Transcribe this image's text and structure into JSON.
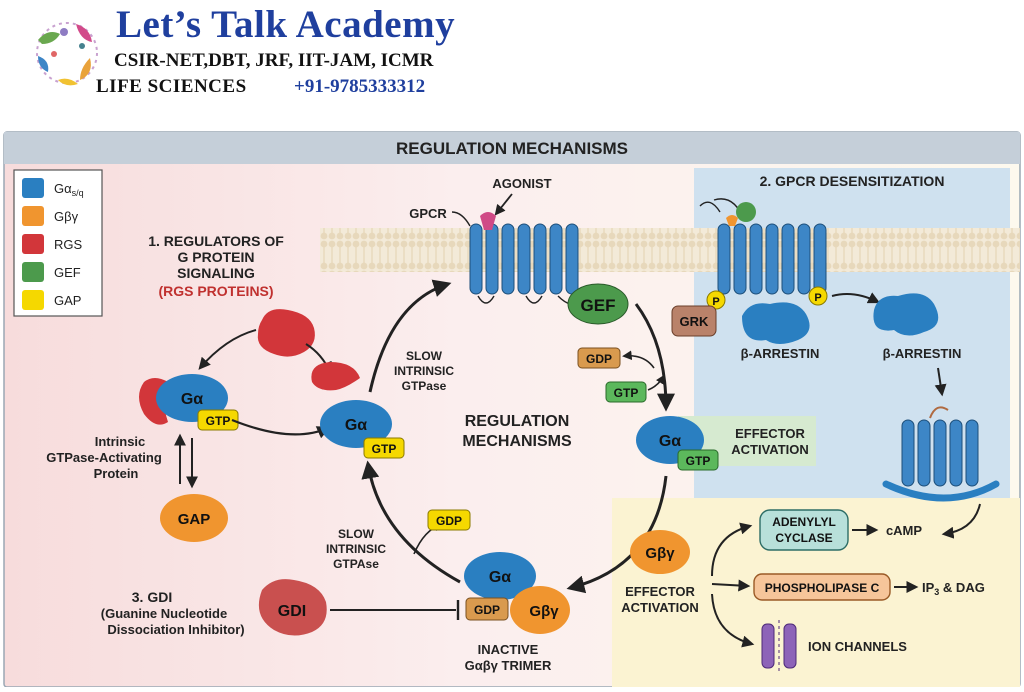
{
  "header": {
    "brand_title": "Let’s Talk Academy",
    "exams": "CSIR-NET,DBT, JRF, IIT-JAM, ICMR",
    "subject": "LIFE SCIENCES",
    "phone": "+91-9785333312"
  },
  "diagram": {
    "banner_title": "REGULATION MECHANISMS",
    "legend": [
      {
        "label": "Gα",
        "sub": "s/q",
        "color": "#2a7fc1"
      },
      {
        "label": "Gβγ",
        "sub": "",
        "color": "#f0952f"
      },
      {
        "label": "RGS",
        "sub": "",
        "color": "#d2363a"
      },
      {
        "label": "GEF",
        "sub": "",
        "color": "#4c9a4c"
      },
      {
        "label": "GAP",
        "sub": "",
        "color": "#f5d800"
      }
    ],
    "section1": {
      "line1": "1. REGULATORS OF",
      "line2": "G PROTEIN",
      "line3": "SIGNALING",
      "line4": "(RGS PROTEINS)"
    },
    "section2": {
      "title": "2. GPCR DESENSITIZATION"
    },
    "section3": {
      "line1": "3. GDI",
      "line2": "(Guanine Nucleotide",
      "line3": "Dissociation Inhibitor)"
    },
    "center": {
      "line1": "REGULATION",
      "line2": "MECHANISMS"
    },
    "labels": {
      "agonist": "AGONIST",
      "gpcr": "GPCR",
      "gef": "GEF",
      "gdp": "GDP",
      "gtp": "GTP",
      "galpha": "Gα",
      "gbg": "Gβγ",
      "gap": "GAP",
      "gdi": "GDI",
      "grk": "GRK",
      "p": "P",
      "arrestin1": "β-ARRESTIN",
      "arrestin2": "β-ARRESTIN",
      "intrinsic1": "Intrinsic",
      "intrinsic2": "GTPase-Activating",
      "intrinsic3": "Protein",
      "slow_top1": "SLOW",
      "slow_top2": "INTRINSIC",
      "slow_top3": "GTPase",
      "slow_bot1": "SLOW",
      "slow_bot2": "INTRINSIC",
      "slow_bot3": "GTPAse",
      "effector1a": "EFFECTOR",
      "effector1b": "ACTIVATION",
      "effector2a": "EFFECTOR",
      "effector2b": "ACTIVATION",
      "inactive1": "INACTIVE",
      "inactive2": "Gαβγ TRIMER",
      "adenylyl1": "ADENYLYL",
      "adenylyl2": "CYCLASE",
      "camp": "cAMP",
      "plc": "PHOSPHOLIPASE C",
      "ip3": "IP",
      "ip3sub": "3",
      "dag": " & DAG",
      "ion": "ION CHANNELS"
    },
    "colors": {
      "galpha": "#2a7fc1",
      "gbg": "#f0952f",
      "rgs": "#d2363a",
      "gef": "#4c9a4c",
      "gap_tag": "#f5d800",
      "gdp_tag": "#d99a4e",
      "gtp_tag": "#5cb85c",
      "banner": "#c5cfd9",
      "desens_panel": "#cfe1ef",
      "effector_panel": "#fbf3d2"
    }
  }
}
